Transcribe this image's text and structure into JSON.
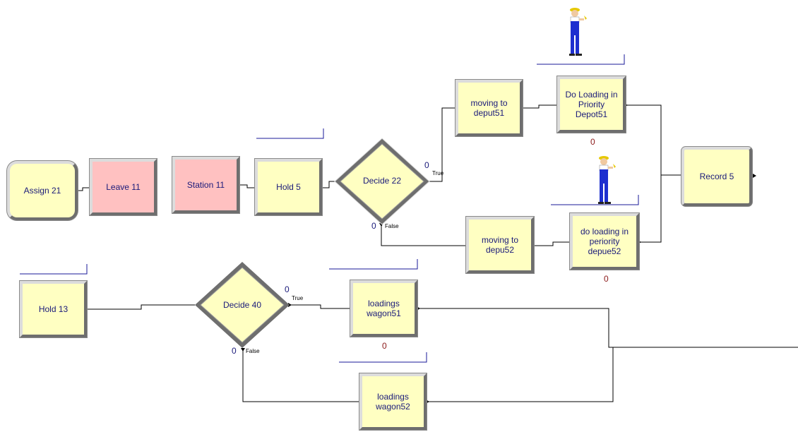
{
  "modules": {
    "assign21": "Assign 21",
    "leave11": "Leave 11",
    "station11": "Station 11",
    "hold5": "Hold 5",
    "decide22": "Decide 22",
    "moving_deput51": "moving to deput51",
    "do_loading_51": "Do Loading in Priority Depot51",
    "record5": "Record 5",
    "moving_depu52": "moving to depu52",
    "do_loading_52": "do loading in periority depue52",
    "hold13": "Hold 13",
    "decide40": "Decide 40",
    "loadings_wagon51": "loadings wagon51",
    "loadings_wagon52": "loadings wagon52"
  },
  "counters": {
    "decide22_true": "0",
    "decide22_false": "0",
    "do_loading_51": "0",
    "do_loading_52": "0",
    "decide40_true": "0",
    "decide40_false": "0",
    "loadings_wagon51": "0"
  },
  "branch_labels": {
    "true": "True",
    "false": "False"
  },
  "icons": [
    "worker-resource-icon"
  ],
  "colors": {
    "process_fill": "#ffffc2",
    "station_fill": "#ffc1c1",
    "label_text": "#1a1a7a",
    "counter_text": "#8b1a1a",
    "queue_line": "#1a1a9a"
  }
}
